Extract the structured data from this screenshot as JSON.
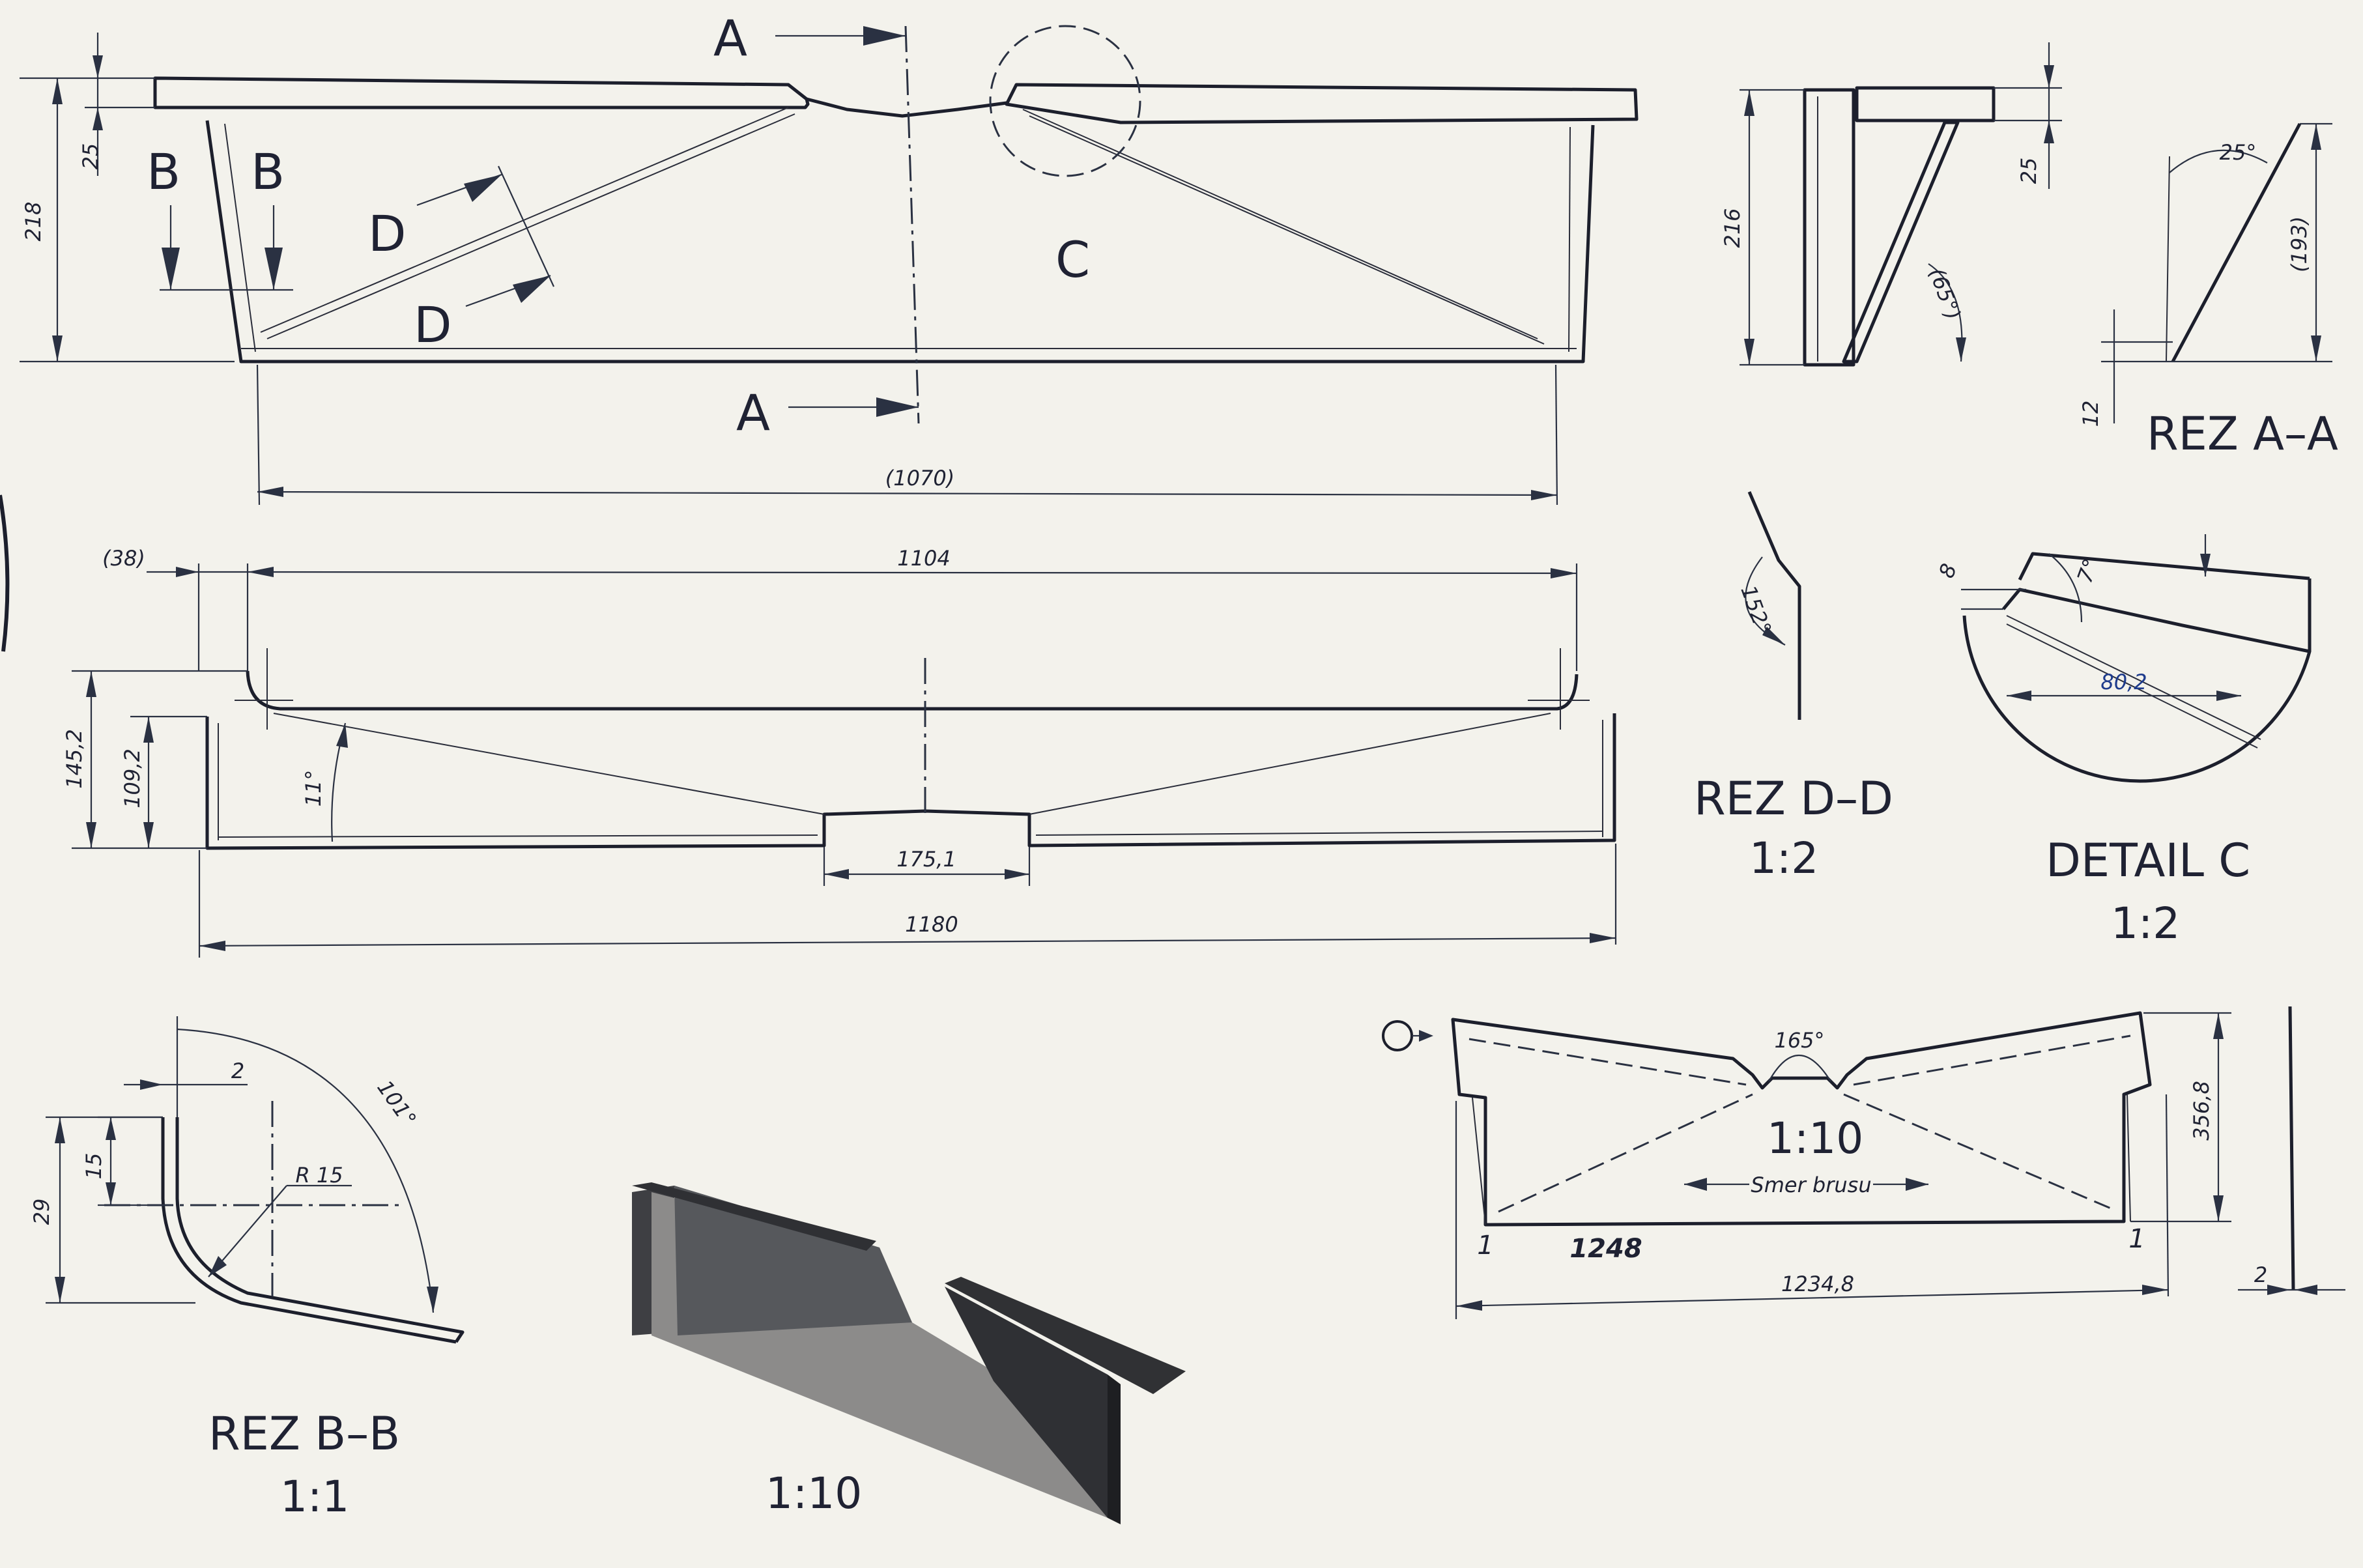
{
  "colors": {
    "paper": "#f3f2ec",
    "ink": "#1c1f2c",
    "blue": "#1e3b8c",
    "model_dark": "#3e3f43",
    "model_light": "#8c8b8a"
  },
  "front_view": {
    "section_a_label": "A",
    "section_b_label": "B",
    "section_d_label": "D",
    "detail_label": "C",
    "dim_height": "218",
    "dim_flange": "25",
    "dim_length": "(1070)"
  },
  "top_view": {
    "dim_offset": "(38)",
    "dim_inner": "1104",
    "dim_total": "1180",
    "dim_height_outer": "145,2",
    "dim_height_inner": "109,2",
    "dim_angle": "11°",
    "dim_center": "175,1"
  },
  "section_aa": {
    "dim_height": "216",
    "dim_flange": "25",
    "dim_angle_65": "(65°)",
    "dim_angle_25": "25°",
    "dim_193": "(193)",
    "dim_12": "12",
    "title": "REZ A–A"
  },
  "section_dd": {
    "dim_angle": "152°",
    "title": "REZ D–D",
    "scale": "1:2"
  },
  "detail_c": {
    "dim_8": "8",
    "dim_angle": "7°",
    "dim_80": "80,2",
    "title": "DETAIL C",
    "scale": "1:2"
  },
  "section_bb": {
    "dim_2": "2",
    "dim_15": "15",
    "dim_29": "29",
    "dim_radius": "R 15",
    "dim_angle": "101°",
    "title": "REZ B–B",
    "scale": "1:1"
  },
  "model_view": {
    "scale": "1:10"
  },
  "flat_pattern": {
    "dim_angle": "165°",
    "scale": "1:10",
    "grain_label": "Smer brusu",
    "dim_height": "356,8",
    "dim_length": "1234,8",
    "handwritten": "1248",
    "bend_mark_left": "1",
    "bend_mark_right": "1",
    "dim_thickness": "2"
  }
}
